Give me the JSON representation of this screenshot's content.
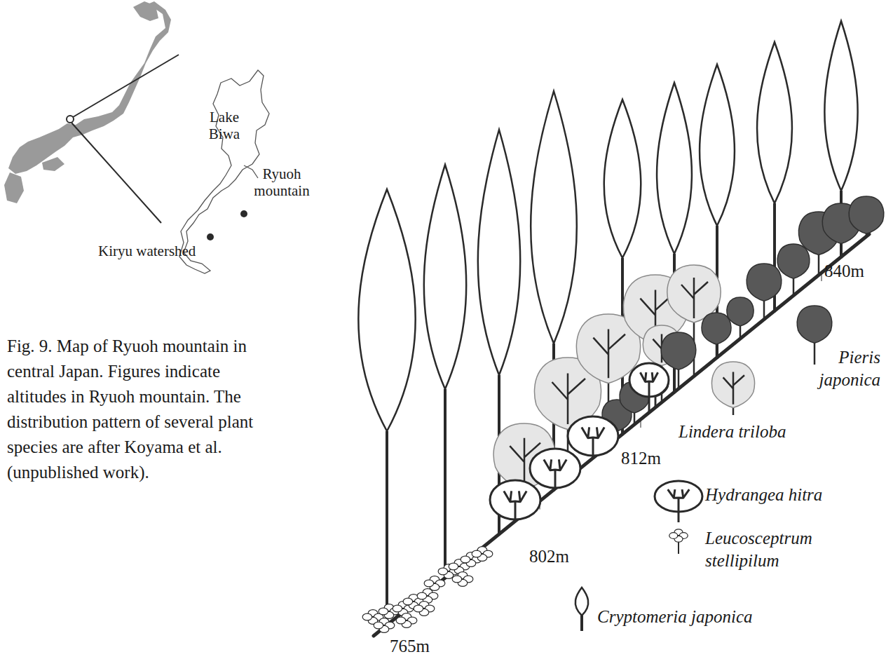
{
  "diagram": {
    "caption": "Fig. 9. Map of Ryuoh mountain in central Japan. Figures indicate altitudes in Ryuoh mountain. The distribution pattern of several plant species are after Koyama et al. (unpublished work).",
    "labels": [
      "Lake Biwa",
      "Ryuoh mountain",
      "Kiryu watershed",
      "765m",
      "802m",
      "812m",
      "840m"
    ],
    "legend": [
      {
        "text": "Pieris japonica"
      },
      {
        "text": "Lindera triloba"
      },
      {
        "text": "Hydrangea hitra"
      },
      {
        "text": "Leucosceptrum stellipilum"
      },
      {
        "text": "Cryptomeria japonica"
      }
    ]
  }
}
